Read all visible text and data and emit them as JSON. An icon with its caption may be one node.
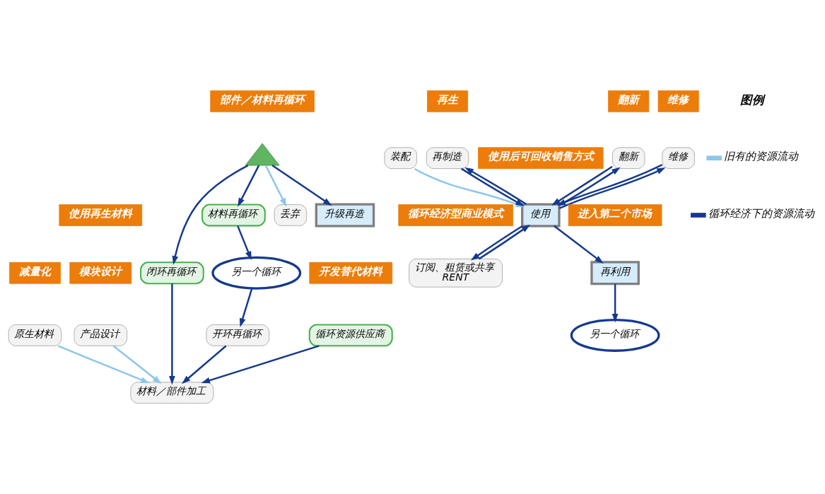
{
  "diagram": {
    "nodes": [
      {
        "text": [
          "减量化"
        ]
      },
      {
        "text": [
          "原生材料"
        ]
      },
      {
        "text": [
          "使用再生材料"
        ]
      },
      {
        "text": [
          "模块设计"
        ]
      },
      {
        "text": [
          "产品设计"
        ]
      },
      {
        "text": [
          "材料／部件加工"
        ]
      },
      {
        "text": [
          "装配"
        ]
      },
      {
        "text": [
          "再制造"
        ]
      },
      {
        "text": [
          "再生"
        ]
      },
      {
        "text": [
          "使用后可回收销售方式"
        ]
      },
      {
        "text": [
          "循环经济型商业模式"
        ]
      },
      {
        "text": [
          "翻新"
        ]
      },
      {
        "text": [
          "翻新"
        ]
      },
      {
        "text": [
          "维修"
        ]
      },
      {
        "text": [
          "维修"
        ]
      },
      {
        "text": [
          "使用"
        ]
      },
      {
        "text": [
          "订阅、租赁或共享",
          "RENT"
        ]
      },
      {
        "text": [
          "开环再循环"
        ]
      },
      {
        "text": [
          "开发替代材料"
        ]
      },
      {
        "text": [
          "闭环再循环"
        ]
      },
      {
        "text": [
          "循环资源供应商"
        ]
      },
      {
        "text": [
          "另一个循环"
        ]
      },
      {
        "text": [
          "部件／材料再循环"
        ]
      },
      {
        "text": [
          "材料再循环"
        ]
      },
      {
        "text": [],
        "shape": "picture"
      },
      {
        "text": [
          "丢弃"
        ]
      },
      {
        "text": [
          "升级再造"
        ]
      },
      {
        "text": [
          "再利用"
        ]
      },
      {
        "text": [
          "进入第二个市场"
        ]
      },
      {
        "text": [
          "另一个循环"
        ]
      }
    ],
    "edges": [
      {
        "from": 1,
        "to": 5,
        "arrow": "to",
        "color": "#8dc6ea"
      },
      {
        "from": 4,
        "to": 5,
        "arrow": "to",
        "color": "#8dc6ea"
      },
      {
        "from": 17,
        "to": 5,
        "arrow": "to"
      },
      {
        "from": 20,
        "to": 5,
        "arrow": "to"
      },
      {
        "from": 19,
        "to": 5,
        "arrow": "to"
      },
      {
        "from": 6,
        "to": 15,
        "arrow": "to",
        "color": "#8dc6ea"
      },
      {
        "from": 7,
        "to": 15,
        "arrow": "to"
      },
      {
        "from": 15,
        "to": 7,
        "arrow": "to"
      },
      {
        "from": 12,
        "to": 15,
        "arrow": "to"
      },
      {
        "from": 15,
        "to": 12,
        "arrow": "to"
      },
      {
        "from": 13,
        "to": 15,
        "arrow": "to"
      },
      {
        "from": 15,
        "to": 13,
        "arrow": "to"
      },
      {
        "from": 16,
        "to": 15,
        "arrow": "to"
      },
      {
        "from": 15,
        "to": 16,
        "arrow": "to"
      },
      {
        "from": 15,
        "to": 27,
        "arrow": "to"
      },
      {
        "from": 27,
        "to": 29,
        "arrow": "to"
      },
      {
        "from": 24,
        "to": 19,
        "arrow": "to"
      },
      {
        "from": 24,
        "to": 23,
        "arrow": "to"
      },
      {
        "from": 23,
        "to": 21,
        "arrow": "to"
      },
      {
        "from": 21,
        "to": 17,
        "arrow": "to"
      },
      {
        "from": 24,
        "to": 26,
        "arrow": "to"
      },
      {
        "from": 24,
        "to": 25,
        "arrow": "to",
        "color": "#8dc6ea"
      }
    ],
    "labels": [
      "图例"
    ],
    "legend": [
      {
        "text": "旧有的资源流动"
      },
      {
        "text": "循环经济下的资源流动"
      }
    ]
  }
}
